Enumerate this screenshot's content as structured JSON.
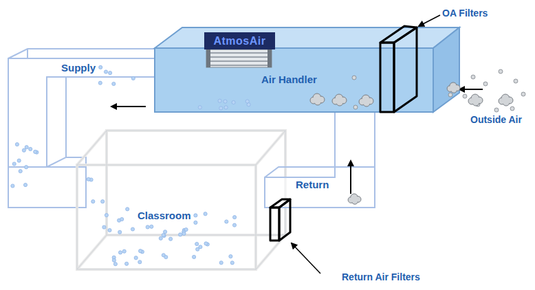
{
  "diagram": {
    "nodes": [
      {
        "text": [
          "Air Handler"
        ]
      },
      {
        "text": [
          "AtmosAir"
        ],
        "in": 0
      },
      {
        "text": [
          "Supply"
        ]
      },
      {
        "text": [
          "Classroom"
        ]
      },
      {
        "text": [
          "Return"
        ]
      }
    ],
    "labels": [
      "OA Filters",
      "Outside Air",
      "Return Air Filters"
    ]
  }
}
